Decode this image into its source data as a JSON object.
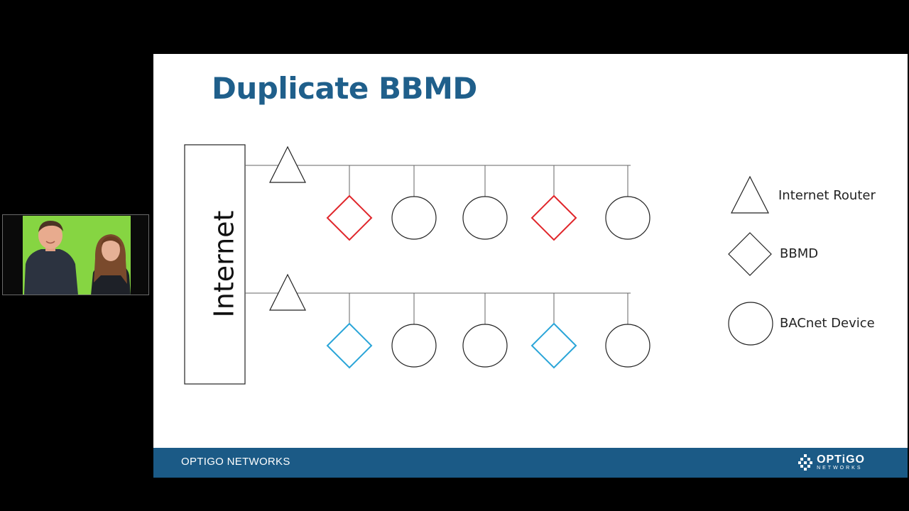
{
  "slide": {
    "title": "Duplicate BBMD",
    "internet_label": "Internet",
    "footer_text": "OPTIGO NETWORKS",
    "logo_main": "OPTiGO",
    "logo_sub": "NETWORKS"
  },
  "legend": [
    {
      "shape": "triangle",
      "label": "Internet Router"
    },
    {
      "shape": "diamond",
      "label": "BBMD"
    },
    {
      "shape": "circle",
      "label": "BACnet Device"
    }
  ],
  "networks": [
    {
      "devices": [
        "bbmd",
        "device",
        "device",
        "bbmd",
        "device"
      ],
      "bbmd_color": "#e0262b"
    },
    {
      "devices": [
        "bbmd",
        "device",
        "device",
        "bbmd",
        "device"
      ],
      "bbmd_color": "#2aa5d8"
    }
  ],
  "colors": {
    "title": "#1f5f8b",
    "footer": "#1b5a86",
    "webcam_background": "#7bd13a"
  }
}
